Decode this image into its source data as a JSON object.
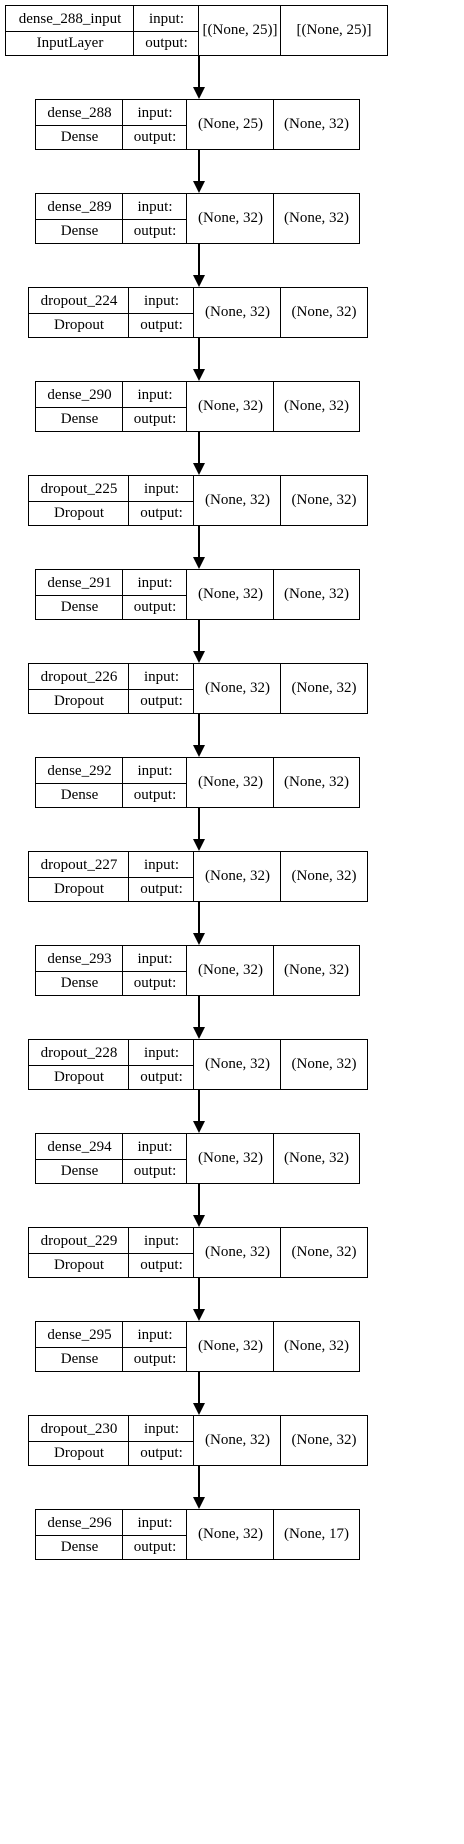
{
  "diagram": {
    "labels": {
      "input": "input:",
      "output": "output:"
    },
    "layers": [
      {
        "name": "dense_288_input",
        "type": "InputLayer",
        "input_shape": "[(None, 25)]",
        "output_shape": "[(None, 25)]"
      },
      {
        "name": "dense_288",
        "type": "Dense",
        "input_shape": "(None, 25)",
        "output_shape": "(None, 32)"
      },
      {
        "name": "dense_289",
        "type": "Dense",
        "input_shape": "(None, 32)",
        "output_shape": "(None, 32)"
      },
      {
        "name": "dropout_224",
        "type": "Dropout",
        "input_shape": "(None, 32)",
        "output_shape": "(None, 32)"
      },
      {
        "name": "dense_290",
        "type": "Dense",
        "input_shape": "(None, 32)",
        "output_shape": "(None, 32)"
      },
      {
        "name": "dropout_225",
        "type": "Dropout",
        "input_shape": "(None, 32)",
        "output_shape": "(None, 32)"
      },
      {
        "name": "dense_291",
        "type": "Dense",
        "input_shape": "(None, 32)",
        "output_shape": "(None, 32)"
      },
      {
        "name": "dropout_226",
        "type": "Dropout",
        "input_shape": "(None, 32)",
        "output_shape": "(None, 32)"
      },
      {
        "name": "dense_292",
        "type": "Dense",
        "input_shape": "(None, 32)",
        "output_shape": "(None, 32)"
      },
      {
        "name": "dropout_227",
        "type": "Dropout",
        "input_shape": "(None, 32)",
        "output_shape": "(None, 32)"
      },
      {
        "name": "dense_293",
        "type": "Dense",
        "input_shape": "(None, 32)",
        "output_shape": "(None, 32)"
      },
      {
        "name": "dropout_228",
        "type": "Dropout",
        "input_shape": "(None, 32)",
        "output_shape": "(None, 32)"
      },
      {
        "name": "dense_294",
        "type": "Dense",
        "input_shape": "(None, 32)",
        "output_shape": "(None, 32)"
      },
      {
        "name": "dropout_229",
        "type": "Dropout",
        "input_shape": "(None, 32)",
        "output_shape": "(None, 32)"
      },
      {
        "name": "dense_295",
        "type": "Dense",
        "input_shape": "(None, 32)",
        "output_shape": "(None, 32)"
      },
      {
        "name": "dropout_230",
        "type": "Dropout",
        "input_shape": "(None, 32)",
        "output_shape": "(None, 32)"
      },
      {
        "name": "dense_296",
        "type": "Dense",
        "input_shape": "(None, 32)",
        "output_shape": "(None, 17)"
      }
    ]
  }
}
